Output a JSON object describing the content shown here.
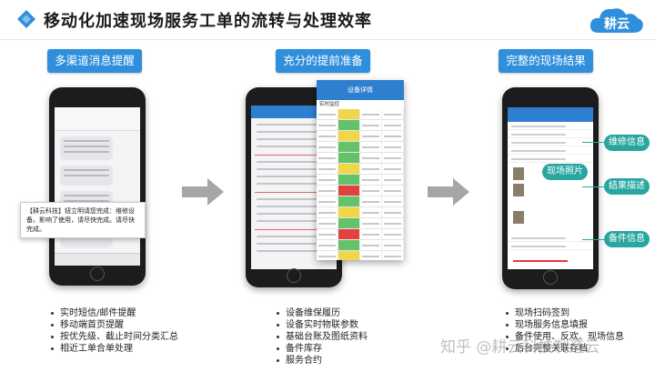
{
  "header": {
    "title": "移动化加速现场服务工单的流转与处理效率",
    "logo_text": "耕云",
    "accent": "#2f8fdc"
  },
  "sections": [
    {
      "label": "多渠道消息提醒",
      "bullets": [
        "实时短信/邮件提醒",
        "移动端首页提醒",
        "按优先级、截止时间分类汇总",
        "相近工单合单处理"
      ]
    },
    {
      "label": "充分的提前准备",
      "bullets": [
        "设备维保履历",
        "设备实时物联参数",
        "基础台账及图纸资料",
        "备件库存",
        "服务合约"
      ]
    },
    {
      "label": "完整的现场结果",
      "bullets": [
        "现场扫码签到",
        "现场服务信息填报",
        "备件使用、反欢、现场信息",
        "后台完整关联存档"
      ]
    }
  ],
  "sms_callout": "【耕云科技】钮立明请您完成：维修设备。影响了使用，请尽快完成。请尽快完成。",
  "overlay": {
    "title": "设备详情",
    "subtitle": "实时监控"
  },
  "result_tags": [
    "维修信息",
    "现场照片",
    "结果描述",
    "备件信息"
  ],
  "watermark": "知乎 @耕云科技制造云",
  "colors": {
    "pill": "#2f8fdc",
    "tag": "#2aa6a0",
    "arrow": "#a6a6a6"
  },
  "icons": [
    "diamond-icon",
    "cloud-logo-icon",
    "arrow-right-icon"
  ]
}
